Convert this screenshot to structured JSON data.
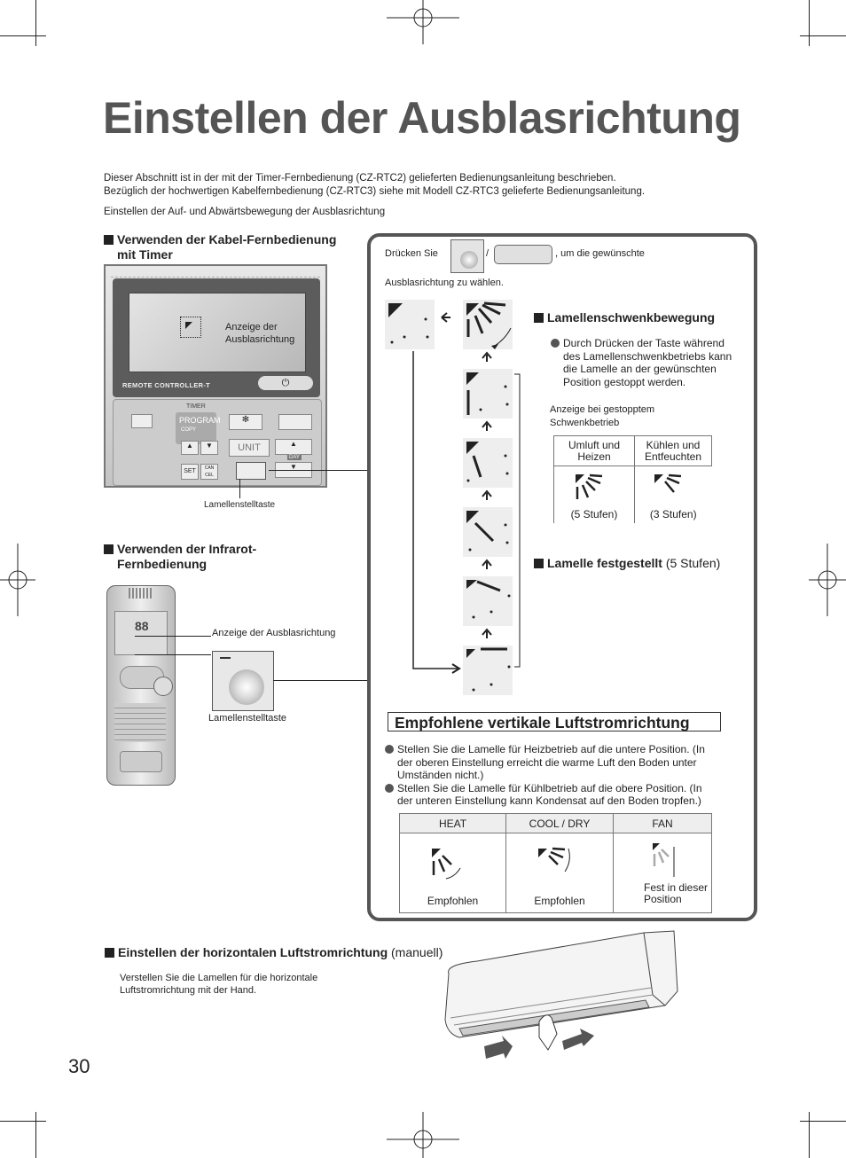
{
  "title": "Einstellen der Ausblasrichtung",
  "intro": {
    "line1": "Dieser Abschnitt ist in der mit der Timer-Fernbedienung (CZ-RTC2) gelieferten Bedienungsanleitung beschrieben.",
    "line2": "Bezüglich der hochwertigen Kabelfernbedienung (CZ-RTC3) siehe mit Modell CZ-RTC3 gelieferte Bedienungsanleitung.",
    "line3": "Einstellen der Auf- und Abwärtsbewegung der Ausblasrichtung"
  },
  "wired": {
    "heading_line1": "Verwenden der Kabel-Fernbedienung",
    "heading_line2": "mit Timer",
    "display_label_line1": "Anzeige der",
    "display_label_line2": "Ausblasrichtung",
    "brand": "REMOTE CONTROLLER-T",
    "timer": "TIMER",
    "program": "PROGRAM",
    "copy": "COPY",
    "unit": "UNIT",
    "set": "SET",
    "cancel": "CAN CEL",
    "day": "DAY",
    "button_label": "Lamellenstelltaste"
  },
  "ir": {
    "heading_line1": "Verwenden der Infrarot-",
    "heading_line2": "Fernbedienung",
    "display_label": "Anzeige der Ausblasrichtung",
    "button_label": "Lamellenstelltaste"
  },
  "panel": {
    "press_text": "Drücken Sie",
    "slash": "/",
    "press_after": ", um die gewünschte",
    "press_line2": "Ausblasrichtung zu wählen.",
    "swing_heading": "Lamellenschwenkbewegung",
    "swing_text_1": "Durch Drücken der Taste während",
    "swing_text_2": "des Lamellenschwenkbetriebs kann",
    "swing_text_3": "die Lamelle an der gewünschten",
    "swing_text_4": "Position gestoppt werden.",
    "stopped_line1": "Anzeige bei gestopptem",
    "stopped_line2": "Schwenkbetrieb",
    "stopped_table": {
      "col1_line1": "Umluft und",
      "col1_line2": "Heizen",
      "col2_line1": "Kühlen und",
      "col2_line2": "Entfeuchten",
      "col1_steps": "(5 Stufen)",
      "col2_steps": "(3 Stufen)"
    },
    "fixed_heading": "Lamelle festgestellt",
    "fixed_steps": "(5 Stufen)",
    "recommended_heading": "Empfohlene vertikale Luftstromrichtung",
    "rec_bullet1_l1": "Stellen Sie die Lamelle für Heizbetrieb auf die untere Position. (In",
    "rec_bullet1_l2": "der oberen Einstellung erreicht die warme Luft den Boden unter",
    "rec_bullet1_l3": "Umständen nicht.)",
    "rec_bullet2_l1": "Stellen Sie die Lamelle für Kühlbetrieb auf die obere Position. (In",
    "rec_bullet2_l2": "der unteren Einstellung kann Kondensat auf den Boden tropfen.)",
    "modes": [
      {
        "name": "HEAT",
        "note_line1": "Empfohlen",
        "note_line2": ""
      },
      {
        "name": "COOL / DRY",
        "note_line1": "Empfohlen",
        "note_line2": ""
      },
      {
        "name": "FAN",
        "note_line1": "Fest in dieser",
        "note_line2": "Position"
      }
    ]
  },
  "horizontal": {
    "heading": "Einstellen der horizontalen Luftstromrichtung",
    "heading_suffix": "(manuell)",
    "text_line1": "Verstellen Sie die Lamellen für die horizontale",
    "text_line2": "Luftstromrichtung mit der Hand."
  },
  "page_number": "30"
}
